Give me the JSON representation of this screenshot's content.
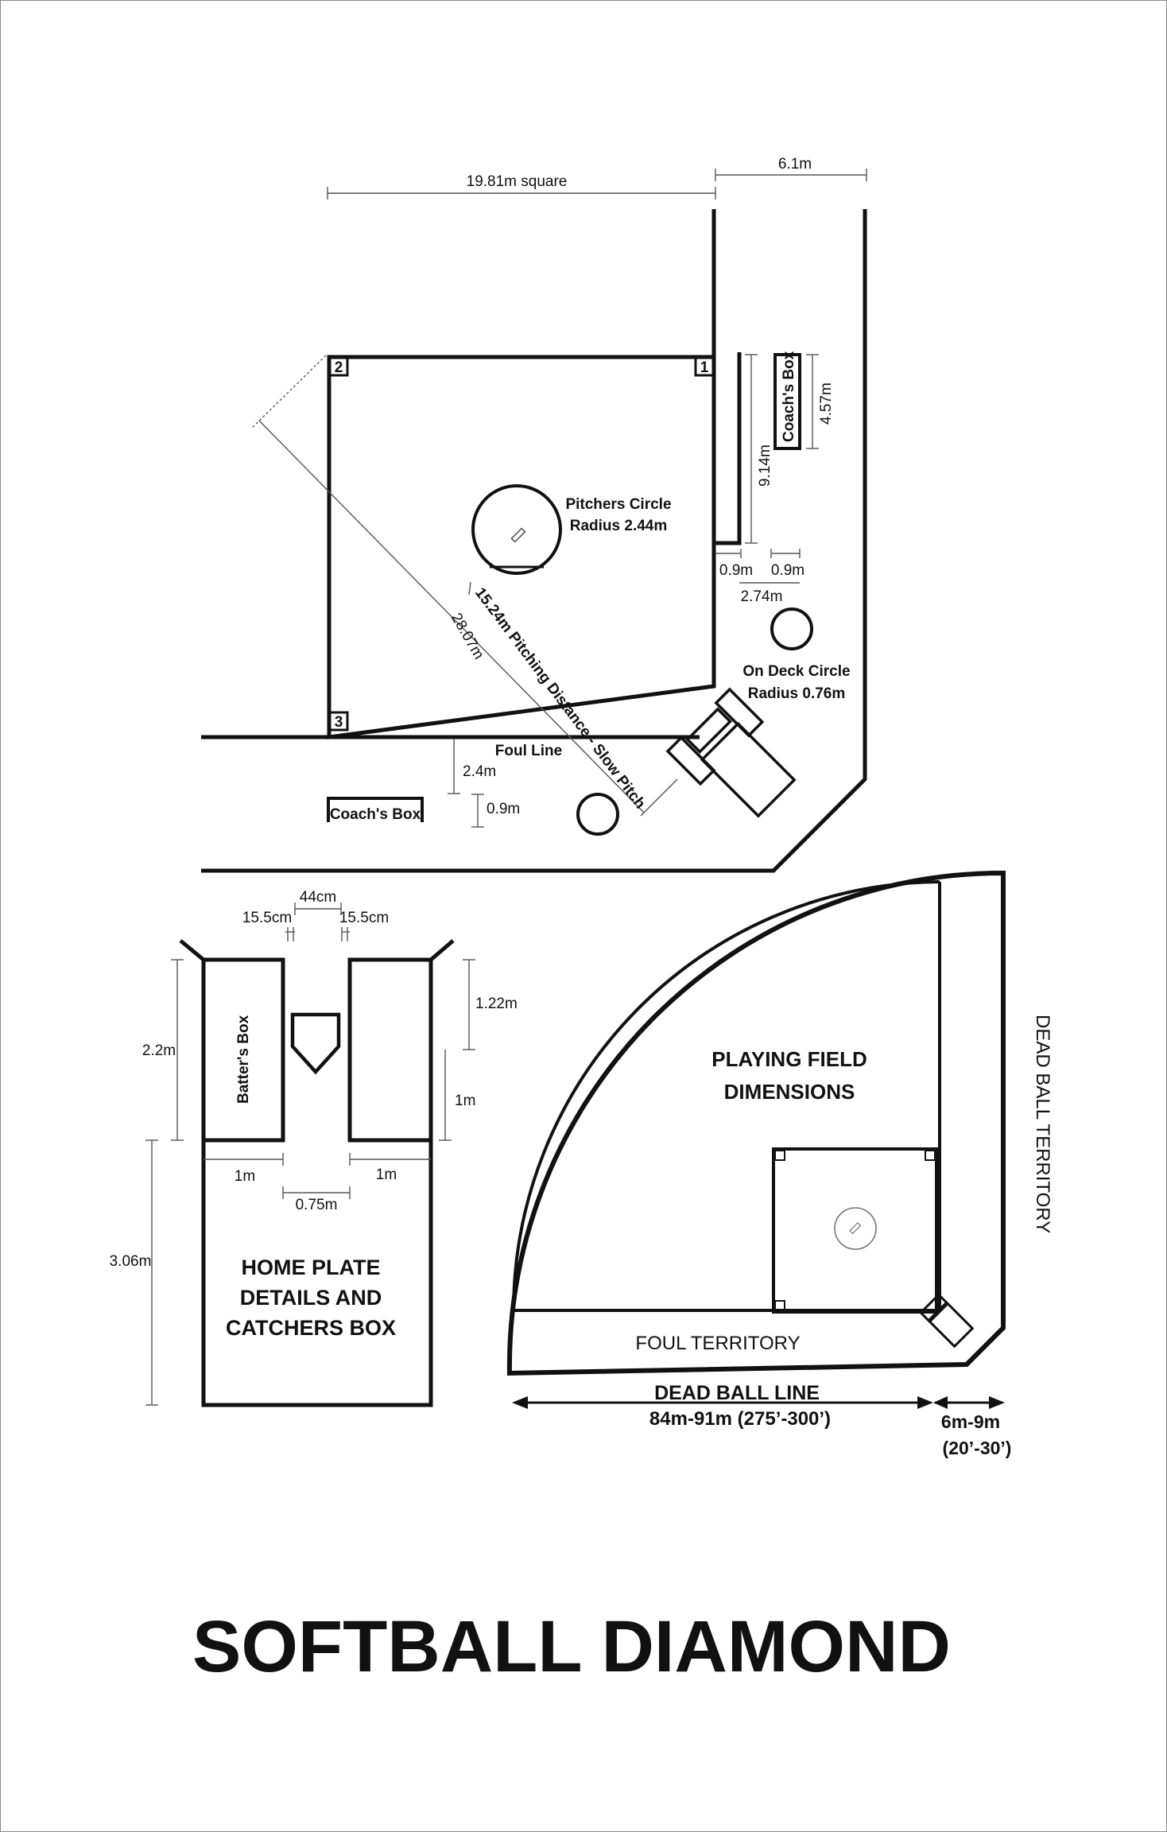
{
  "title": "SOFTBALL DIAMOND",
  "diamond": {
    "square": "19.81m square",
    "right_offset": "6.1m",
    "bases": [
      "1",
      "2",
      "3"
    ],
    "pitchers_circle": "Pitchers Circle",
    "pitchers_radius": "Radius 2.44m",
    "diagonal": "28.07m",
    "pitching_distance": "15.24m Pitching Distance - Slow Pitch",
    "foul_line": "Foul Line",
    "coach_box_bottom": "Coach's Box",
    "coach_box_right": "Coach's Box",
    "dim_9_14": "9.14m",
    "dim_4_57": "4.57m",
    "dim_0_9_a": "0.9m",
    "dim_0_9_b": "0.9m",
    "dim_2_74": "2.74m",
    "on_deck_circle": "On Deck Circle",
    "on_deck_radius": "Radius 0.76m",
    "dim_2_4": "2.4m",
    "dim_0_9_c": "0.9m"
  },
  "home_plate": {
    "dim_44cm": "44cm",
    "dim_15_5_left": "15.5cm",
    "dim_15_5_right": "15.5cm",
    "dim_2_2": "2.2m",
    "dim_1_22": "1.22m",
    "dim_1": "1m",
    "batters_box": "Batter's Box",
    "dim_1_left": "1m",
    "dim_1_right": "1m",
    "dim_0_75": "0.75m",
    "dim_3_06": "3.06m",
    "caption_line1": "HOME PLATE",
    "caption_line2": "DETAILS AND",
    "caption_line3": "CATCHERS BOX"
  },
  "playing_field": {
    "title_line1": "PLAYING FIELD",
    "title_line2": "DIMENSIONS",
    "dead_ball_territory": "DEAD BALL TERRITORY",
    "foul_territory": "FOUL TERRITORY",
    "dead_ball_line": "DEAD BALL LINE",
    "distance_m": "84m-91m (275’-300’)",
    "margin_m": "6m-9m",
    "margin_ft": "(20’-30’)"
  }
}
